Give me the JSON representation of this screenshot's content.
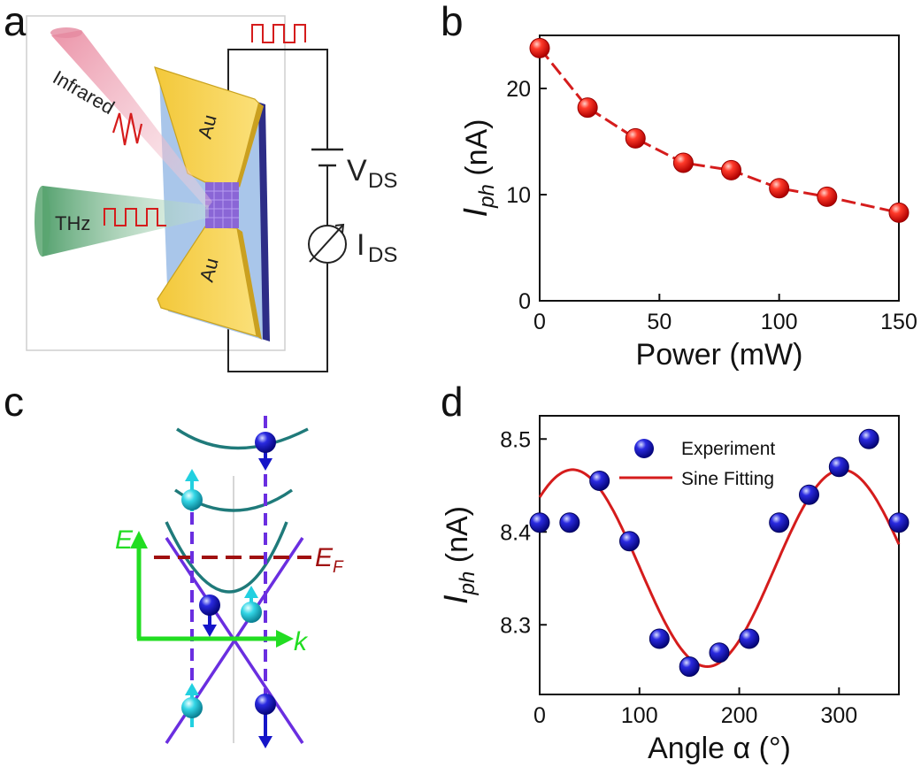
{
  "panels": {
    "a": {
      "label": "a",
      "infrared": "Infrared",
      "thz": "THz",
      "au_top": "Au",
      "au_bottom": "Au",
      "vds": "V",
      "vds_sub": "DS",
      "ids": "I",
      "ids_sub": "DS"
    },
    "b": {
      "label": "b"
    },
    "c": {
      "label": "c",
      "e_axis": "E",
      "k_axis": "k",
      "fermi": "E",
      "fermi_sub": "F"
    },
    "d": {
      "label": "d"
    }
  },
  "colors": {
    "red_marker": "#e8140f",
    "red_line": "#d51c1c",
    "blue_marker": "#1515c8",
    "cyan_marker": "#22d0e0",
    "gold": "#f7d44a",
    "substrate": "#a9c6ea",
    "green_axis": "#22dd22",
    "teal_band": "#1f7a7a",
    "purple_band": "#6a2ee0",
    "fermi_line": "#a01010"
  },
  "chart_data": [
    {
      "type": "scatter",
      "panel": "b",
      "title": "",
      "xlabel": "Power (mW)",
      "ylabel_main": "I",
      "ylabel_sub": "ph",
      "ylabel_unit": " (nA)",
      "xlim": [
        0,
        150
      ],
      "ylim": [
        0,
        25
      ],
      "xticks": [
        0,
        50,
        100,
        150
      ],
      "yticks": [
        0,
        10,
        20
      ],
      "grid": false,
      "series": [
        {
          "x": [
            0,
            20,
            40,
            60,
            80,
            100,
            120,
            150
          ],
          "y": [
            23.8,
            18.2,
            15.3,
            13.0,
            12.3,
            10.6,
            9.8,
            8.3
          ]
        }
      ],
      "fit_style": "dashed-line"
    },
    {
      "type": "scatter",
      "panel": "d",
      "title": "",
      "xlabel": "Angle α (°)",
      "ylabel_main": "I",
      "ylabel_sub": "ph",
      "ylabel_unit": " (nA)",
      "xlim": [
        0,
        360
      ],
      "ylim": [
        8.225,
        8.525
      ],
      "xticks": [
        0,
        100,
        200,
        300
      ],
      "yticks": [
        8.3,
        8.4,
        8.5
      ],
      "grid": false,
      "legend_position": "top-right",
      "series": [
        {
          "name": "Experiment",
          "x": [
            0,
            30,
            60,
            90,
            120,
            150,
            180,
            210,
            240,
            270,
            300,
            330,
            360
          ],
          "y": [
            8.41,
            8.41,
            8.455,
            8.39,
            8.285,
            8.255,
            8.27,
            8.285,
            8.41,
            8.44,
            8.47,
            8.5,
            8.41
          ]
        },
        {
          "name": "Sine Fitting",
          "fit": {
            "offset": 8.361,
            "amplitude": 0.106,
            "period": 270,
            "phase_deg": 33
          }
        }
      ]
    }
  ]
}
